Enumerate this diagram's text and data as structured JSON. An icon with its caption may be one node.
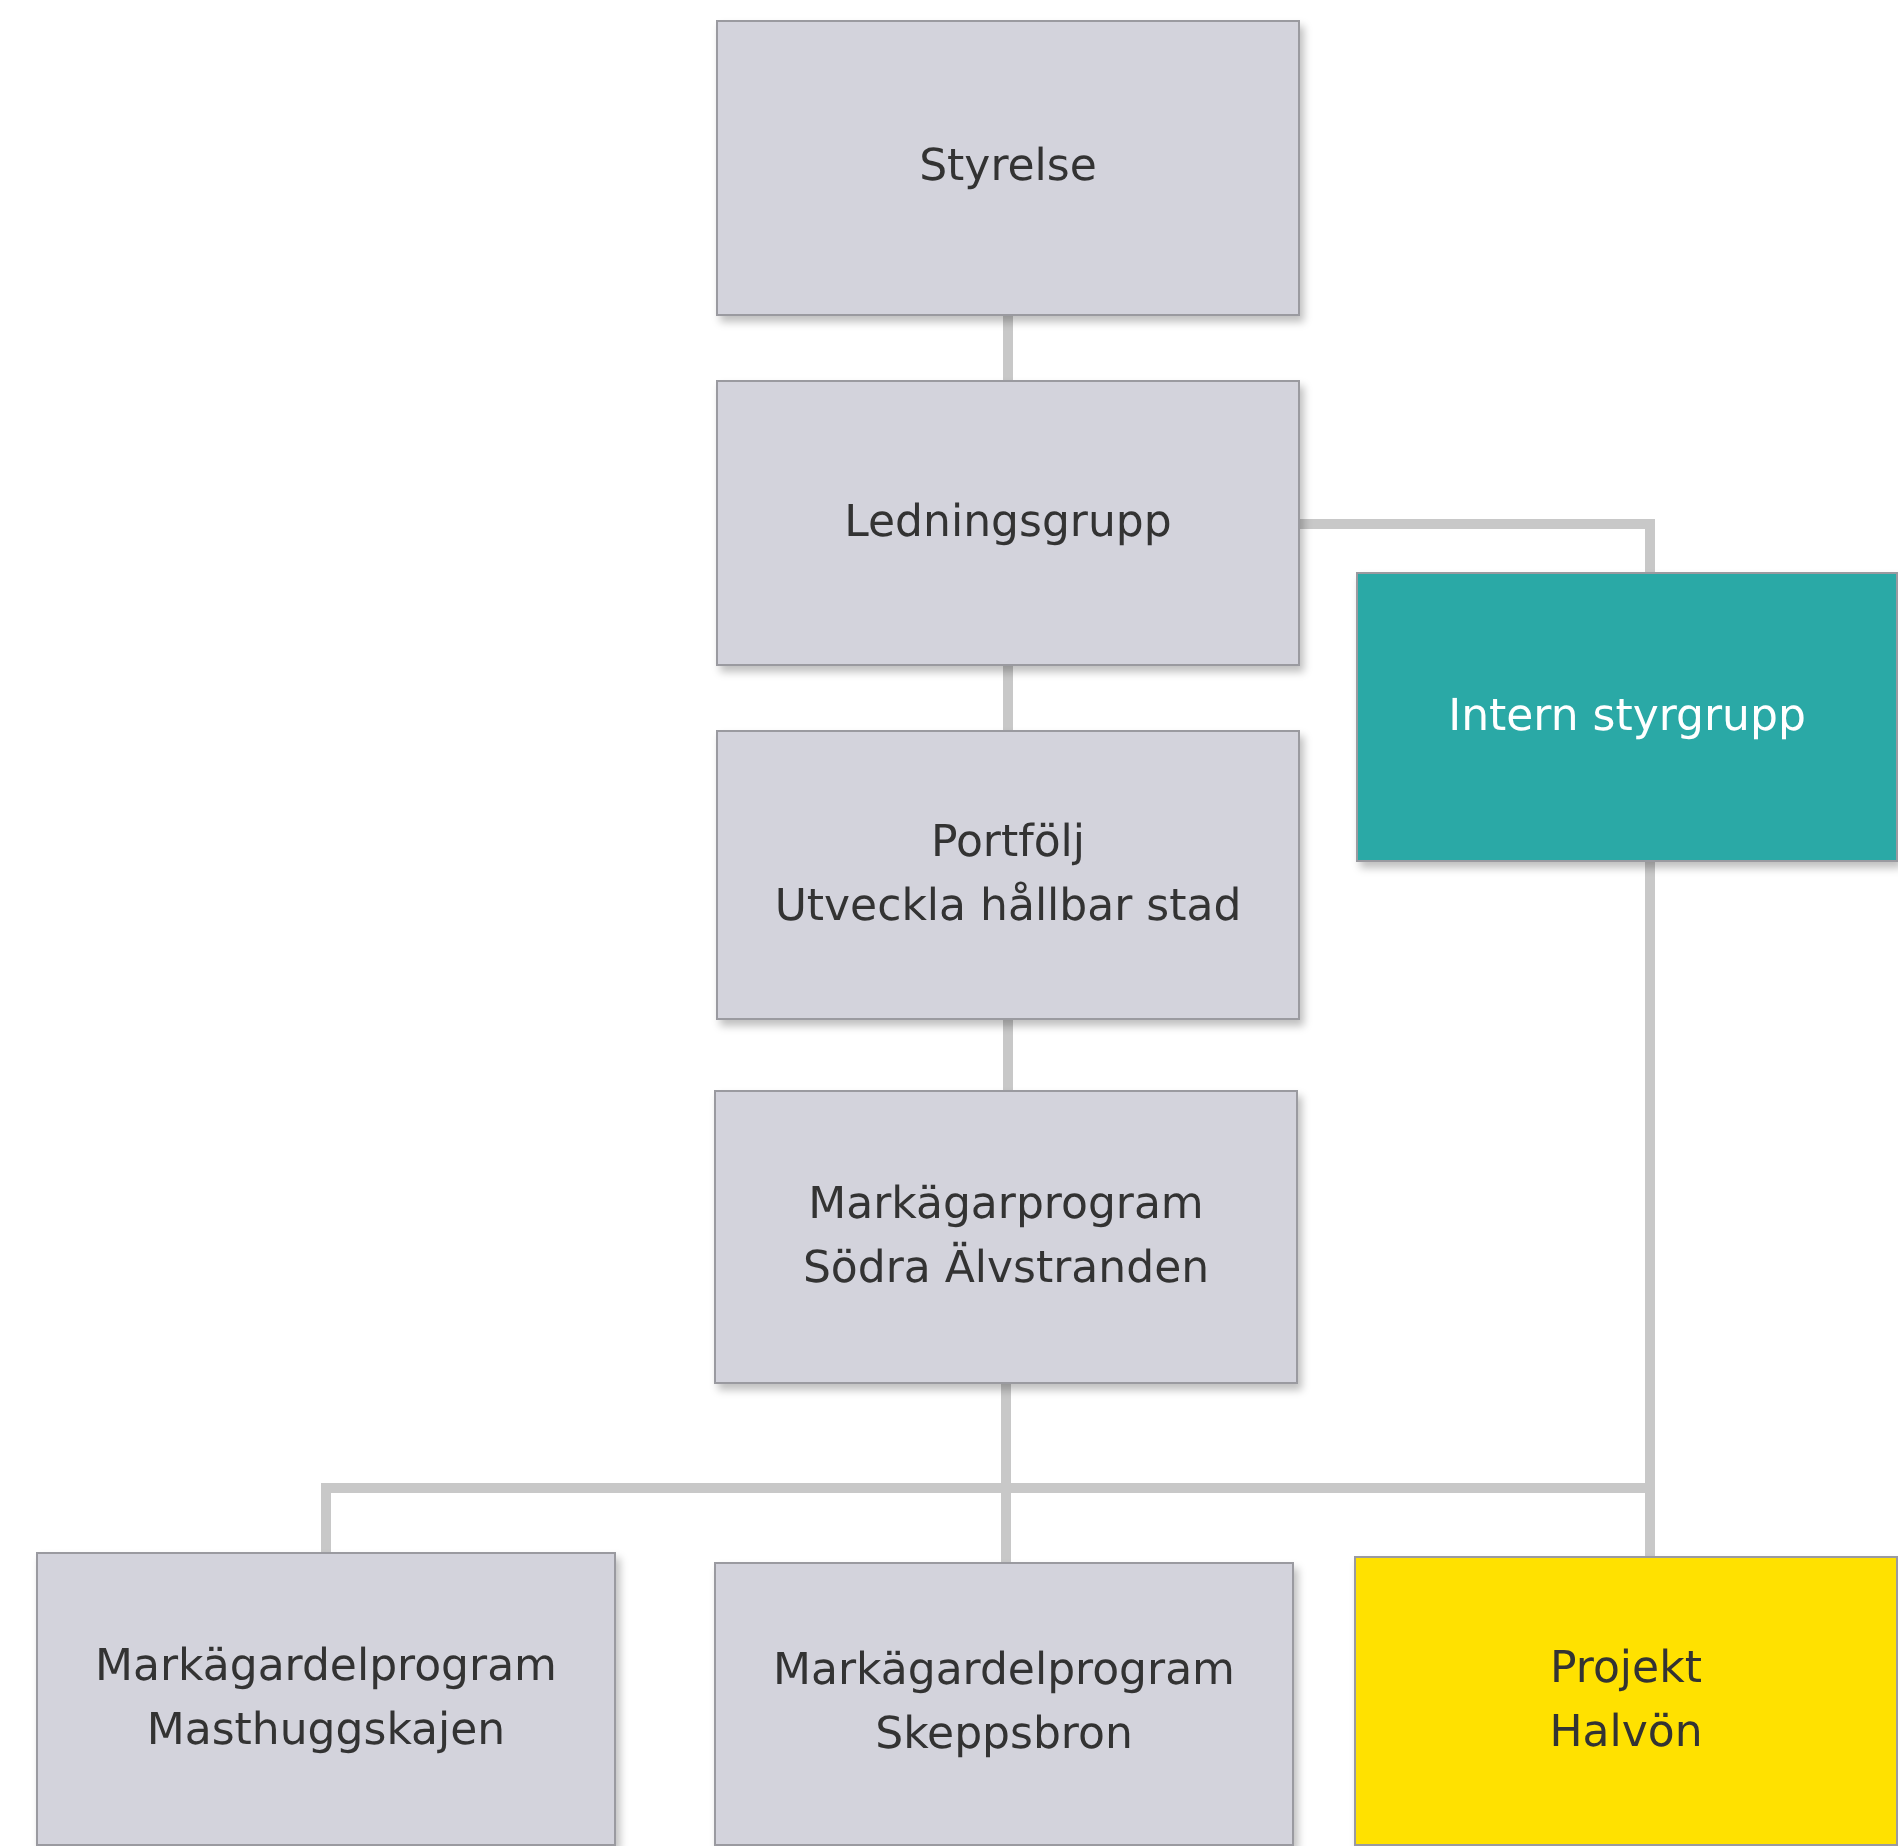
{
  "diagram": {
    "nodes": [
      {
        "text": [
          "Styrelse"
        ]
      },
      {
        "text": [
          "Ledningsgrupp"
        ]
      },
      {
        "text": [
          "Intern styrgrupp"
        ]
      },
      {
        "text": [
          "Portfölj",
          "Utveckla hållbar stad"
        ]
      },
      {
        "text": [
          "Markägarprogram",
          "Södra Älvstranden"
        ]
      },
      {
        "text": [
          "Markägardelprogram",
          "Masthuggskajen"
        ]
      },
      {
        "text": [
          "Markägardelprogram",
          "Skeppsbron"
        ]
      },
      {
        "text": [
          "Projekt",
          "Halvön"
        ]
      }
    ],
    "edges": [
      {
        "from": 0,
        "to": 1,
        "arrow": "none"
      },
      {
        "from": 1,
        "to": 3,
        "arrow": "none"
      },
      {
        "from": 3,
        "to": 4,
        "arrow": "none"
      },
      {
        "from": 1,
        "to": 2,
        "arrow": "none"
      },
      {
        "from": 4,
        "to": 5,
        "arrow": "none"
      },
      {
        "from": 4,
        "to": 6,
        "arrow": "none"
      },
      {
        "from": 4,
        "to": 7,
        "arrow": "none"
      },
      {
        "from": 2,
        "to": 7,
        "arrow": "none"
      }
    ]
  }
}
